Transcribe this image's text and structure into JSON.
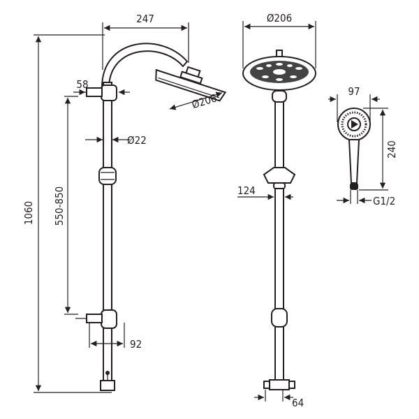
{
  "dimensions": {
    "arm_reach": "247",
    "head_diameter_front": "Ø206",
    "head_diameter_side": "Ø206",
    "bracket_offset": "58",
    "pipe_diameter": "Ø22",
    "total_height": "1060",
    "bracket_spacing": "550-850",
    "wall_offset": "92",
    "holder_height": "124",
    "handshower_diameter": "97",
    "handshower_length": "240",
    "connection_thread": "G1/2",
    "outlet_width": "64"
  },
  "colors": {
    "line": "#231f20",
    "background": "#ffffff"
  }
}
